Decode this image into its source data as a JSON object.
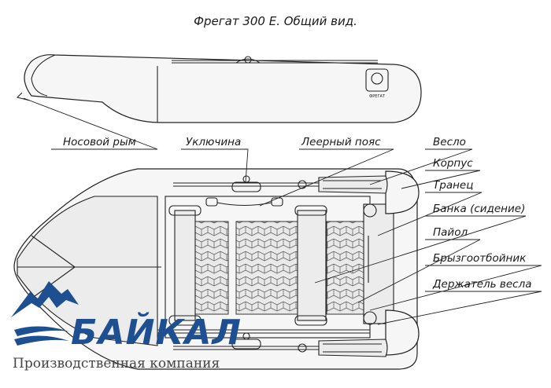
{
  "title": "Фрегат 300 Е. Общий вид.",
  "labels": {
    "bow_ring": "Носовой рым",
    "oarlock": "Уключина",
    "lifeline": "Леерный пояс",
    "oar": "Весло",
    "hull": "Корпус",
    "transom": "Транец",
    "bench": "Банка (сидение)",
    "floor": "Пайол",
    "splash_guard": "Брызгоотбойник",
    "oar_holder": "Держатель весла"
  },
  "brand": {
    "name": "БАЙКАЛ",
    "tagline": "Производственная компания",
    "color": "#1d4f91"
  },
  "badge_text": "ФРЕГАТ"
}
